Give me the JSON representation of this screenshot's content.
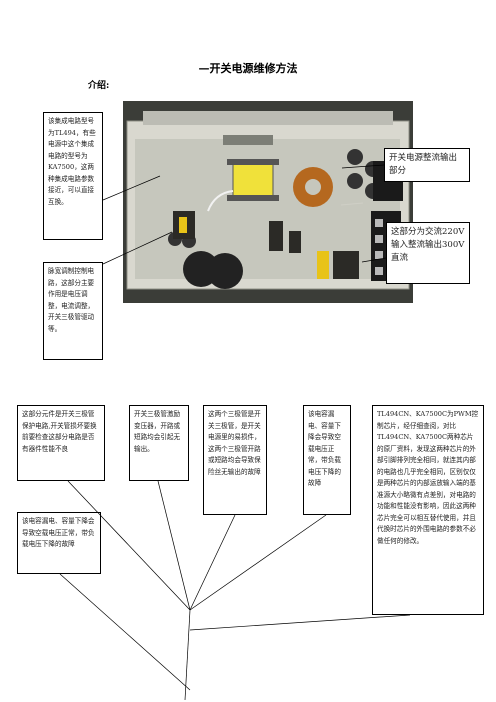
{
  "page_title": "—开关电源维修方法",
  "intro_label": "介绍:",
  "callouts": {
    "ic_tl494": "该集成电路型号为TL494，有些电源中这个集成电路的型号为KA7500，这两种集成电路参数接近，可以直接互换。",
    "pwm_control": "脉宽调制控制电路，这部分主要作用是电压调整，电流调整，开关三极管驱动等。",
    "dc_output": "开关电源整流输出部分",
    "ac_input": "这部分为交流220V输入整流输出300V直流"
  },
  "notes": [
    {
      "id": "protection",
      "text": "这部分元件是开关三极管保护电路,开关管损坏要换前要检查这部分电路是否有器件性能不良"
    },
    {
      "id": "switch_transistor",
      "text": "开关三极管激励变压器，开路或短路均会引起无输出。"
    },
    {
      "id": "two_transistors",
      "text": "这两个三极管是开关三极管，是开关电源里的易损件，这两个三极管开路或短路均会导致保险丝无输出的故障"
    },
    {
      "id": "cap_leak_right",
      "text": "该电容漏电、容量下降会导致空载电压正常，带负载电压下降的故障"
    },
    {
      "id": "tl494_desc",
      "text": "TL494CN、KA7500C为PWM控制芯片，经仔细查阅，对比TL494CN、KA7500C两种芯片的原厂资料，发现这两种芯片的外部引脚排列完全相同，就连其内部的电路也几乎完全相同，区别仅仅是两种芯片的内部运放输入端的基准源大小略微有点差别，对电路的功能和性能没有影响，因此这两种芯片完全可以相互替代使用，并且代换时芯片的外围电路的参数不必做任何的修改。"
    },
    {
      "id": "cap_leak_left",
      "text": "该电容漏电、容量下降会导致空载电压正常，带负载电压下降的故障"
    }
  ]
}
